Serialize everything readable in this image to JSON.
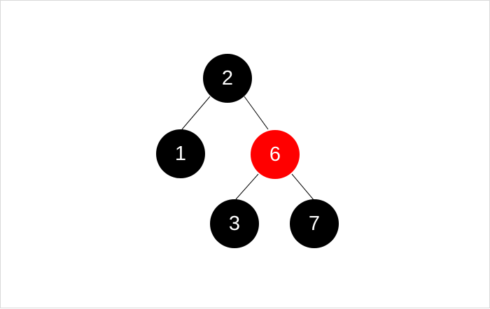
{
  "tree": {
    "colors": {
      "black": "#000000",
      "red": "#ff0000",
      "label": "#ffffff",
      "edge": "#000000"
    },
    "nodes": [
      {
        "id": "n2",
        "label": "2",
        "color": "black"
      },
      {
        "id": "n1",
        "label": "1",
        "color": "black"
      },
      {
        "id": "n6",
        "label": "6",
        "color": "red"
      },
      {
        "id": "n3",
        "label": "3",
        "color": "black"
      },
      {
        "id": "n7",
        "label": "7",
        "color": "black"
      }
    ],
    "edges": [
      {
        "from": "n2",
        "to": "n1"
      },
      {
        "from": "n2",
        "to": "n6"
      },
      {
        "from": "n6",
        "to": "n3"
      },
      {
        "from": "n6",
        "to": "n7"
      }
    ]
  }
}
